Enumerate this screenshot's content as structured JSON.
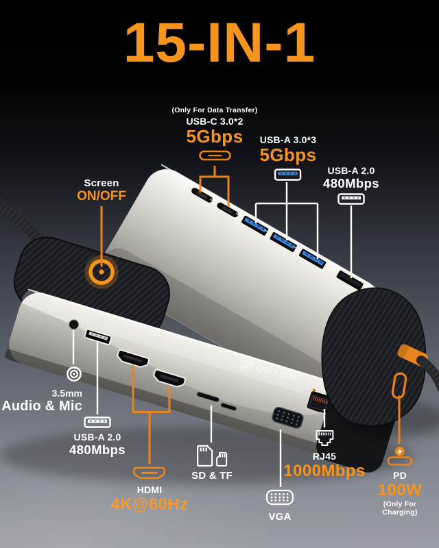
{
  "title": "15-IN-1",
  "brand": "NOVOO",
  "colors": {
    "accent": "#F7941D",
    "line_orange": "#E8831D",
    "line_white": "#FFFFFF",
    "usb3_blue": "#3F84D8"
  },
  "callouts": {
    "usb_c": {
      "note": "(Only For Data Transfer)",
      "label": "USB-C 3.0*2",
      "speed": "5Gbps",
      "icon": "usb-c-port-icon"
    },
    "usb_a30": {
      "label": "USB-A 3.0*3",
      "speed": "5Gbps",
      "icon": "usb-a3-port-icon"
    },
    "usb_a20_rear": {
      "label": "USB-A 2.0",
      "speed": "480Mbps",
      "icon": "usb-a2-port-icon"
    },
    "screen": {
      "label": "Screen",
      "value": "ON/OFF"
    },
    "audio": {
      "label": "3.5mm",
      "value": "Audio & Mic",
      "icon": "audio-target-icon"
    },
    "usb_a20_front": {
      "label": "USB-A 2.0",
      "speed": "480Mbps",
      "icon": "usb-a2-port-icon"
    },
    "hdmi": {
      "label": "HDMI",
      "speed": "4K@60Hz",
      "icon": "hdmi-port-icon"
    },
    "sd_tf": {
      "label": "SD & TF",
      "icon": "sd-tf-card-icon"
    },
    "vga": {
      "label": "VGA",
      "icon": "vga-port-icon"
    },
    "rj45": {
      "label": "RJ45",
      "speed": "1000Mbps",
      "icon": "ethernet-port-icon"
    },
    "pd": {
      "label": "PD",
      "power": "100W",
      "note": "(Only For Charging)",
      "icon": "power-delivery-icon"
    }
  }
}
